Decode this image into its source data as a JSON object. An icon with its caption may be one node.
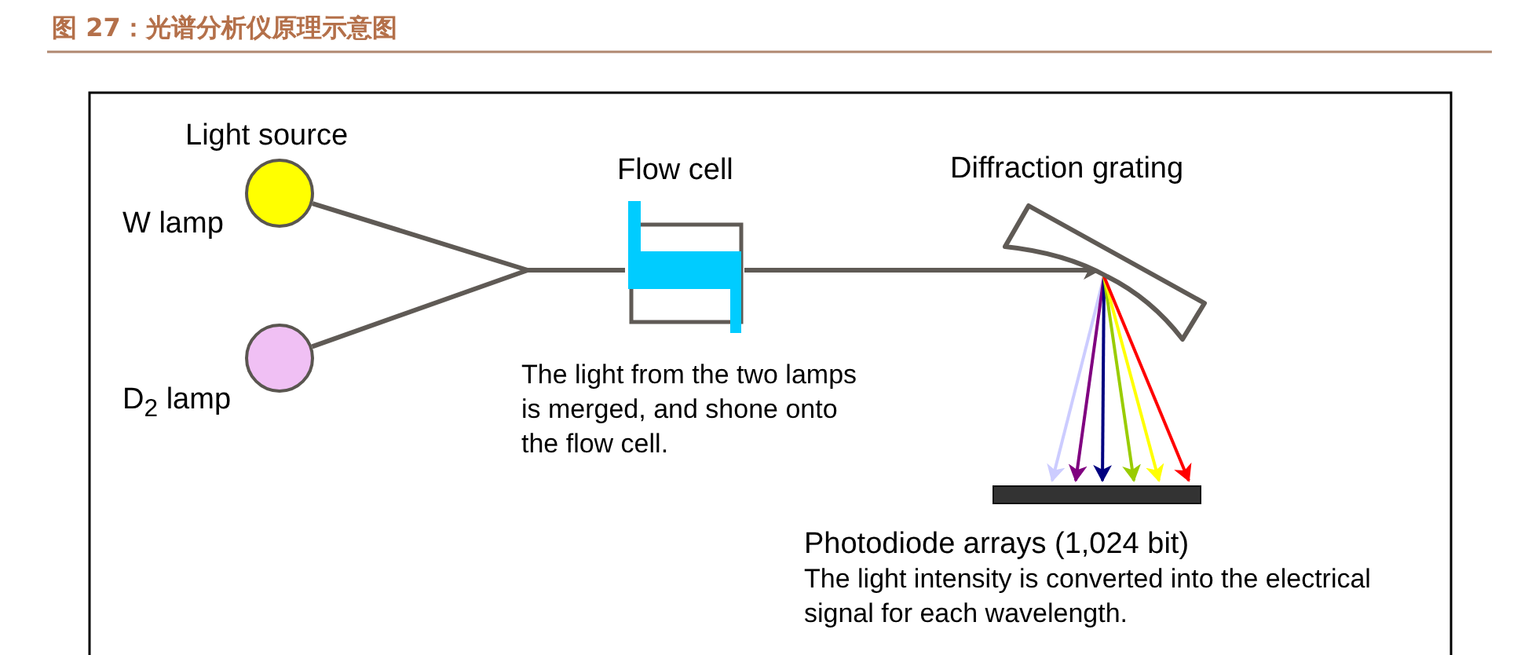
{
  "diagram": {
    "title": "图 27：光谱分析仪原理示意图",
    "nodes": [
      {
        "text": [
          "W lamp"
        ]
      },
      {
        "text": [
          "D$_{2}$ lamp"
        ]
      },
      {
        "text": [
          "Flow cell"
        ],
        "beside": [
          "The light from the two lamps is merged, and shone onto the flow cell."
        ]
      },
      {
        "text": [
          "Diffraction grating"
        ]
      },
      {
        "text": [
          "Photodiode arrays (1,024 bit)"
        ],
        "beside": [
          "The light intensity is converted into the electrical signal for each wavelength."
        ]
      }
    ],
    "edges": [
      {
        "from": 0,
        "to": 2,
        "arrow": "none"
      },
      {
        "from": 1,
        "to": 2,
        "arrow": "none"
      },
      {
        "from": 2,
        "to": 3,
        "arrow": "to"
      },
      {
        "from": 3,
        "to": 4,
        "arrow": "to",
        "color": "#ccccff"
      },
      {
        "from": 3,
        "to": 4,
        "arrow": "to",
        "color": "#800080"
      },
      {
        "from": 3,
        "to": 4,
        "arrow": "to",
        "color": "#000080"
      },
      {
        "from": 3,
        "to": 4,
        "arrow": "to",
        "color": "#99cc00"
      },
      {
        "from": 3,
        "to": 4,
        "arrow": "to",
        "color": "#ffff00"
      },
      {
        "from": 3,
        "to": 4,
        "arrow": "to",
        "color": "#ff0000"
      }
    ],
    "labels": [
      "Light source"
    ]
  }
}
